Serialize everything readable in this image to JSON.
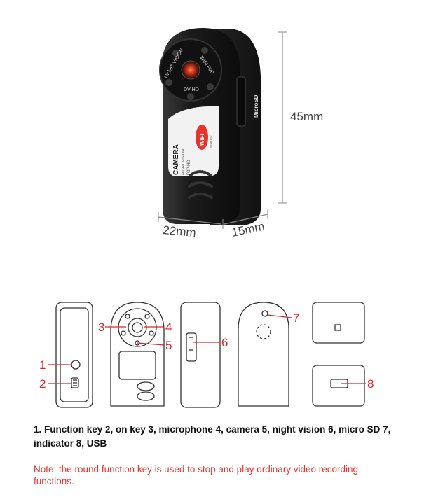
{
  "product": {
    "dimensions": {
      "height": "45mm",
      "width": "22mm",
      "depth": "15mm"
    },
    "lens_ring_text": [
      "WIFI P2P",
      "NIGHT VISION",
      "DV HD"
    ],
    "label": {
      "camera": "CAMERA",
      "night_vision": "NIGHT VISION",
      "p2p_hd": "P2P HD",
      "wifi": "WIFI",
      "model": "MINI DV"
    },
    "slot_label": "MicroSD"
  },
  "diagram": {
    "callouts": [
      "1",
      "2",
      "3",
      "4",
      "5",
      "6",
      "7",
      "8"
    ]
  },
  "description": "1. Function key 2, on key 3, microphone 4, camera 5, night vision 6, micro SD 7, indicator 8, USB",
  "note": "Note: the round function key is used to stop and play ordinary video recording functions.",
  "colors": {
    "accent": "#e8332d",
    "body": "#1a1a1a",
    "text": "#111111"
  }
}
